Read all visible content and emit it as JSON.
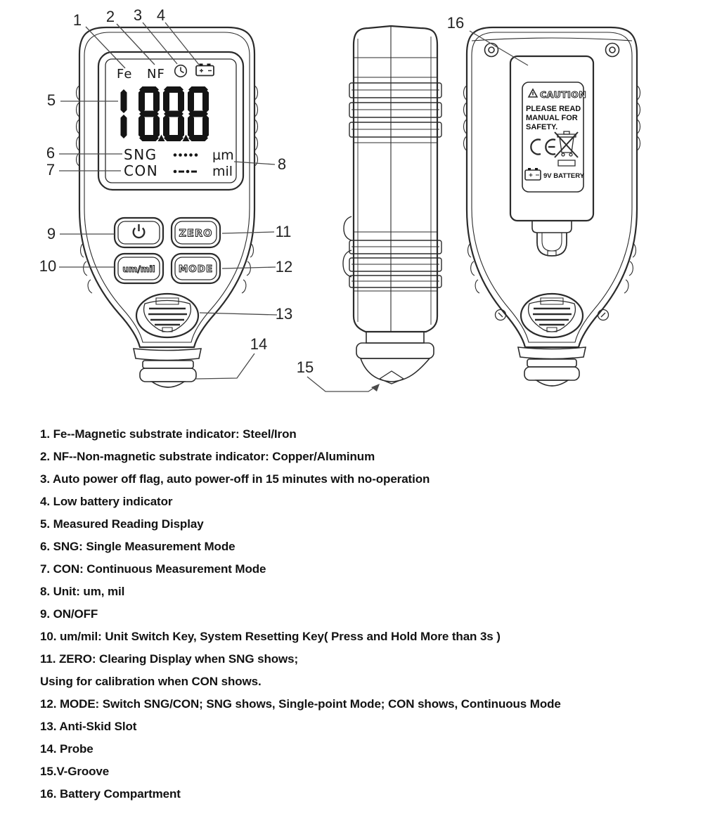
{
  "callouts": [
    "1",
    "2",
    "3",
    "4",
    "5",
    "6",
    "7",
    "8",
    "9",
    "10",
    "11",
    "12",
    "13",
    "14",
    "15",
    "16"
  ],
  "front": {
    "lcd": {
      "fe": "Fe",
      "nf": "NF",
      "reading": "18.8.8",
      "sng": "SNG",
      "con": "CON",
      "unit_um": "µm",
      "unit_mil": "mil"
    },
    "buttons": {
      "zero": "ZERO",
      "unit": "um/mil",
      "mode": "MODE"
    }
  },
  "back": {
    "caution_title": "CAUTION",
    "manual_line1": "PLEASE READ",
    "manual_line2": "MANUAL FOR",
    "manual_line3": "SAFETY.",
    "battery_text": "9V BATTERY"
  },
  "legend": {
    "items": [
      "1. Fe--Magnetic substrate indicator: Steel/Iron",
      "2. NF--Non-magnetic substrate indicator: Copper/Aluminum",
      "3. Auto power off flag, auto power-off in 15 minutes with no-operation",
      "4. Low battery indicator",
      "5. Measured Reading Display",
      "6. SNG: Single Measurement Mode",
      "7. CON: Continuous Measurement Mode",
      "8. Unit: um, mil",
      "9. ON/OFF",
      "10. um/mil: Unit Switch Key, System Resetting Key( Press and Hold More than 3s )",
      "11. ZERO: Clearing Display when SNG shows;",
      "Using for calibration when CON shows.",
      "12. MODE: Switch SNG/CON; SNG shows, Single-point Mode; CON shows, Continuous Mode",
      "13. Anti-Skid Slot",
      "14. Probe",
      "15.V-Groove",
      "16. Battery Compartment"
    ]
  }
}
